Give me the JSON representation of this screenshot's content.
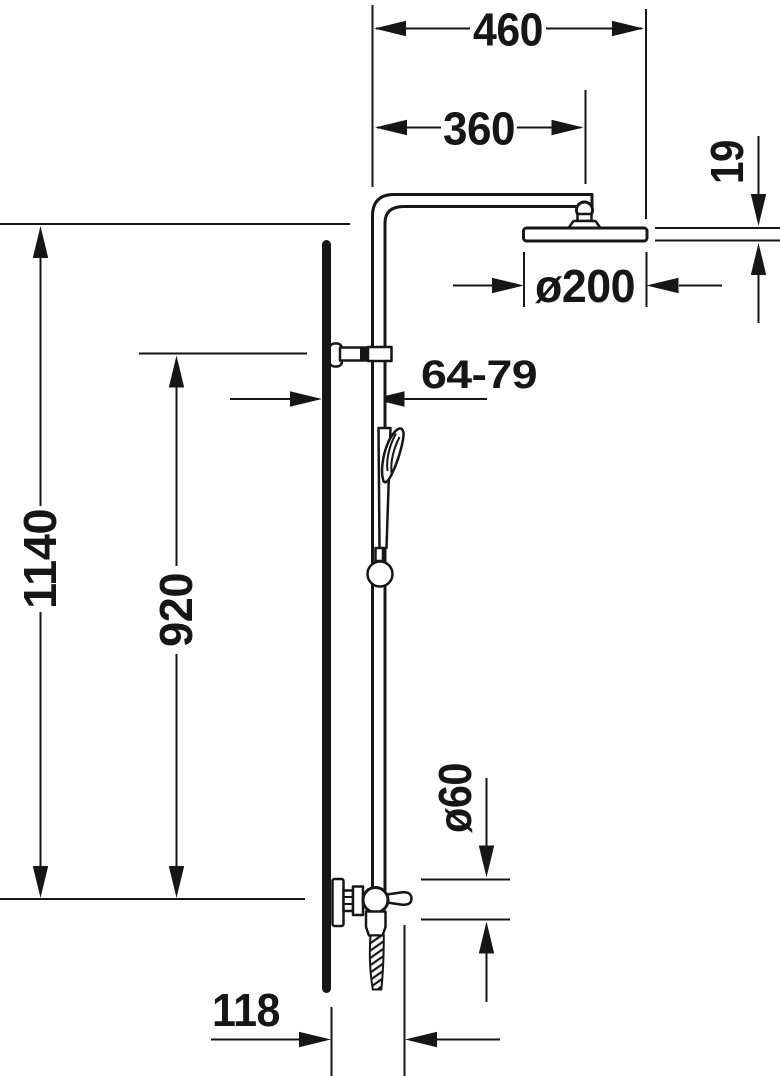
{
  "page": {
    "background": "#ffffff",
    "ink": "#161616"
  },
  "drawing": {
    "kind": "technical dimension drawing",
    "subject": "wall-mounted shower system with overhead shower, hand shower and mixer valve, side elevation",
    "dimension_labels": {
      "overall_width": "460",
      "arm_reach": "360",
      "head_edge_thickness": "19",
      "head_diameter": "ø200",
      "bar_wall_clearance": "64-79",
      "overall_height": "1140",
      "slide_bar_height": "920",
      "valve_knob_diameter": "ø60",
      "valve_projection": "118"
    }
  }
}
